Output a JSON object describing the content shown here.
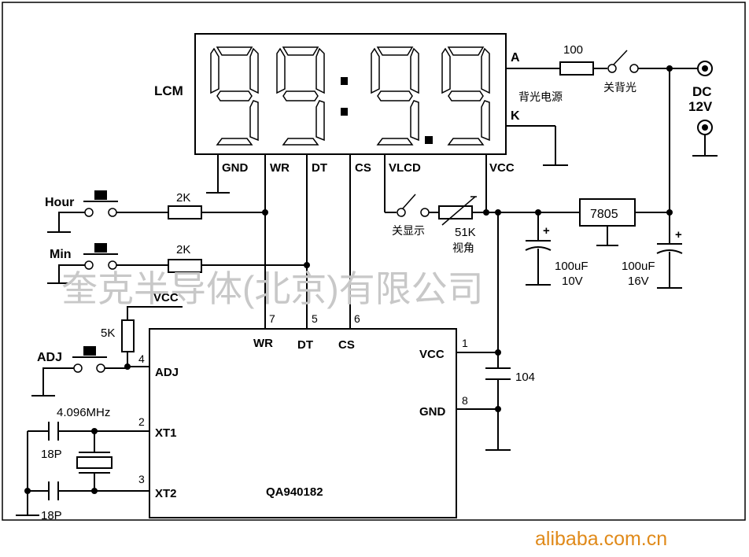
{
  "lcm": {
    "label": "LCM",
    "digits": "99:9.9",
    "pins": [
      "GND",
      "WR",
      "DT",
      "CS",
      "VLCD",
      "VCC"
    ],
    "backlight_anode": "A",
    "backlight_cathode": "K",
    "backlight_supply": "背光电源"
  },
  "backlight": {
    "resistor": "100",
    "switch": "关背光"
  },
  "dc_input": {
    "label": "DC",
    "voltage": "12V"
  },
  "buttons": {
    "hour": "Hour",
    "min": "Min",
    "adj": "ADJ"
  },
  "resistors": {
    "hour": "2K",
    "min": "2K",
    "adj_pullup": "5K"
  },
  "vcc_label": "VCC",
  "lcd_control": {
    "switch": "关显示",
    "pot_value": "51K",
    "pot_label": "视角"
  },
  "regulator": {
    "label": "7805",
    "cap_left_value": "100uF",
    "cap_left_voltage": "10V",
    "cap_right_value": "100uF",
    "cap_right_voltage": "16V",
    "polarity": "+"
  },
  "ic": {
    "part": "QA940182",
    "pins": {
      "wr": {
        "num": "7",
        "label": "WR"
      },
      "dt": {
        "num": "5",
        "label": "DT"
      },
      "cs": {
        "num": "6",
        "label": "CS"
      },
      "vcc": {
        "num": "1",
        "label": "VCC"
      },
      "gnd": {
        "num": "8",
        "label": "GND"
      },
      "adj": {
        "num": "4",
        "label": "ADJ"
      },
      "xt1": {
        "num": "2",
        "label": "XT1"
      },
      "xt2": {
        "num": "3",
        "label": "XT2"
      }
    },
    "decoupling": "104"
  },
  "crystal": {
    "frequency": "4.096MHz",
    "cap1": "18P",
    "cap2": "18P"
  },
  "watermark": "奎克半导体(北京)有限公司",
  "footer": "alibaba.com.cn"
}
